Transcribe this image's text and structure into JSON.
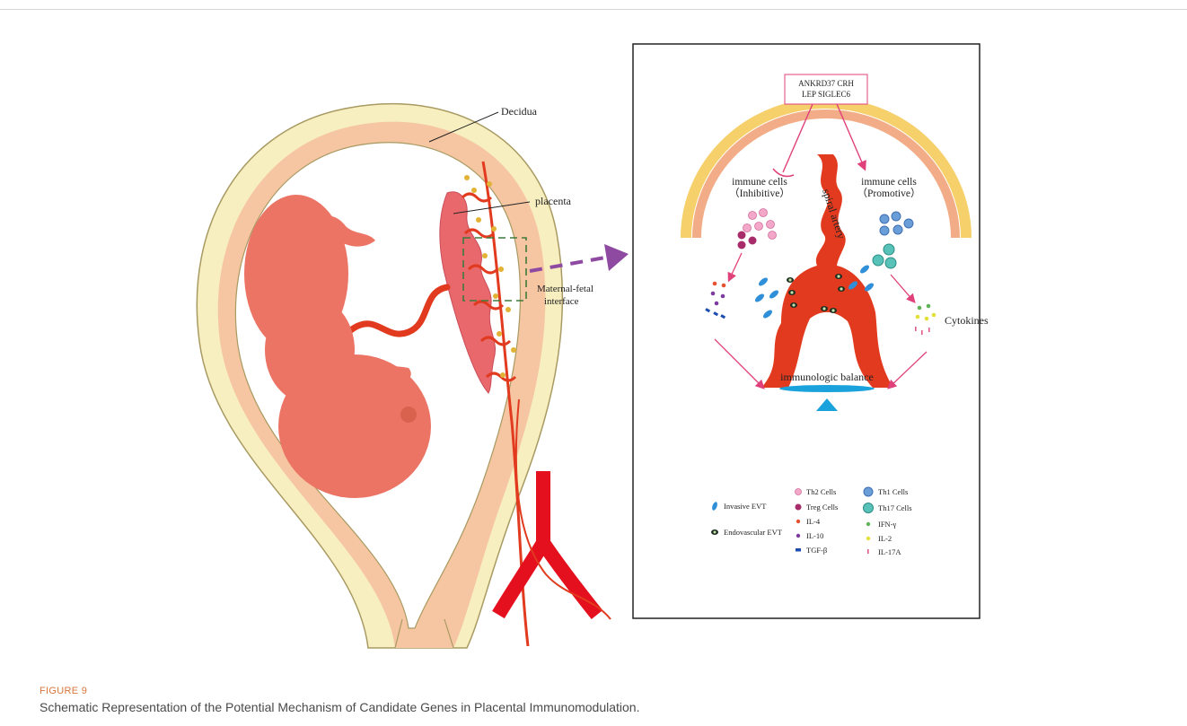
{
  "figure": {
    "label": "FIGURE 9",
    "caption": "Schematic Representation of the Potential Mechanism of Candidate Genes in Placental Immunomodulation."
  },
  "left_panel": {
    "decidua": "Decidua",
    "placenta": "placenta",
    "interface": [
      "Maternal-fetal",
      "interface"
    ]
  },
  "right_panel": {
    "genes": [
      "ANKRD37  CRH",
      "LEP  SIGLEC6"
    ],
    "inhibitive": [
      "immune cells",
      "（Inhibitive）"
    ],
    "promotive": [
      "immune cells",
      "（Promotive）"
    ],
    "spiral_artery": "spiral artery",
    "cytokines": "Cytokines",
    "balance": "immunologic balance"
  },
  "legend": {
    "invasive_evt": "Invasive  EVT",
    "endovascular_evt": "Endovascular EVT",
    "th2": "Th2 Cells",
    "treg": "Treg Cells",
    "il4": "IL-4",
    "il10": "IL-10",
    "tgfb": "TGF-β",
    "th1": "Th1 Cells",
    "th17": "Th17 Cells",
    "ifng": "IFN-γ",
    "il2": "IL-2",
    "il17a": "IL-17A"
  },
  "colors": {
    "artery": "#e13a1e",
    "fetus": "#ec7465",
    "decidua": "#f6c6a2",
    "uterus_wall": "#f7efc0",
    "arrow_pink": "#e0417a",
    "dashed_arrow": "#8e4aa1",
    "balance": "#1aa2dc"
  }
}
